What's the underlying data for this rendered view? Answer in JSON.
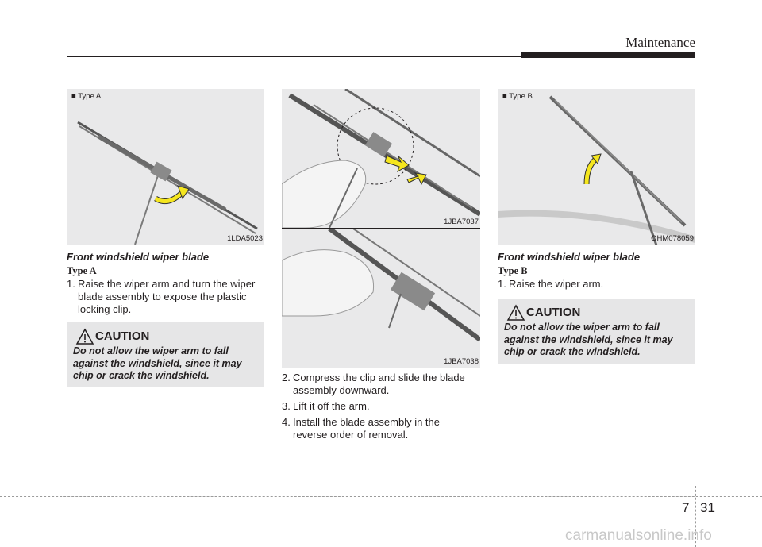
{
  "header": {
    "title": "Maintenance"
  },
  "figures": {
    "fig1": {
      "type_label": "Type A",
      "code": "1LDA5023"
    },
    "fig2": {
      "code": "1JBA7037"
    },
    "fig3": {
      "code": "1JBA7038"
    },
    "fig4": {
      "type_label": "Type B",
      "code": "OHM078059"
    }
  },
  "col1": {
    "caption": "Front windshield wiper blade",
    "type_heading": "Type A",
    "steps": [
      {
        "num": "1.",
        "text": "Raise the wiper arm and turn the wiper",
        "cont": "blade assembly to expose the plastic",
        "cont2": "locking clip."
      }
    ],
    "caution": {
      "title": "CAUTION",
      "line1": "Do not allow the wiper arm to fall",
      "line2": "against the windshield, since it may",
      "line3": "chip or crack the windshield."
    }
  },
  "col2": {
    "steps": [
      {
        "num": "2.",
        "text": "Compress the clip and slide the blade",
        "cont": "assembly downward."
      },
      {
        "num": "3.",
        "text": "Lift it off the arm."
      },
      {
        "num": "4.",
        "text": "Install the blade assembly in the",
        "cont": "reverse order of removal."
      }
    ]
  },
  "col3": {
    "caption": "Front windshield wiper blade",
    "type_heading": "Type B",
    "steps": [
      {
        "num": "1.",
        "text": "Raise the wiper arm."
      }
    ],
    "caution": {
      "title": "CAUTION",
      "line1": "Do not allow the wiper arm to fall",
      "line2": "against the windshield, since it may",
      "line3": "chip or crack the windshield."
    }
  },
  "footer": {
    "chapter": "7",
    "page": "31",
    "watermark": "carmanualsonline.info"
  },
  "colors": {
    "arrow_yellow": "#f5e61e",
    "panel_gray": "#e9e9ea",
    "text": "#231f20"
  }
}
